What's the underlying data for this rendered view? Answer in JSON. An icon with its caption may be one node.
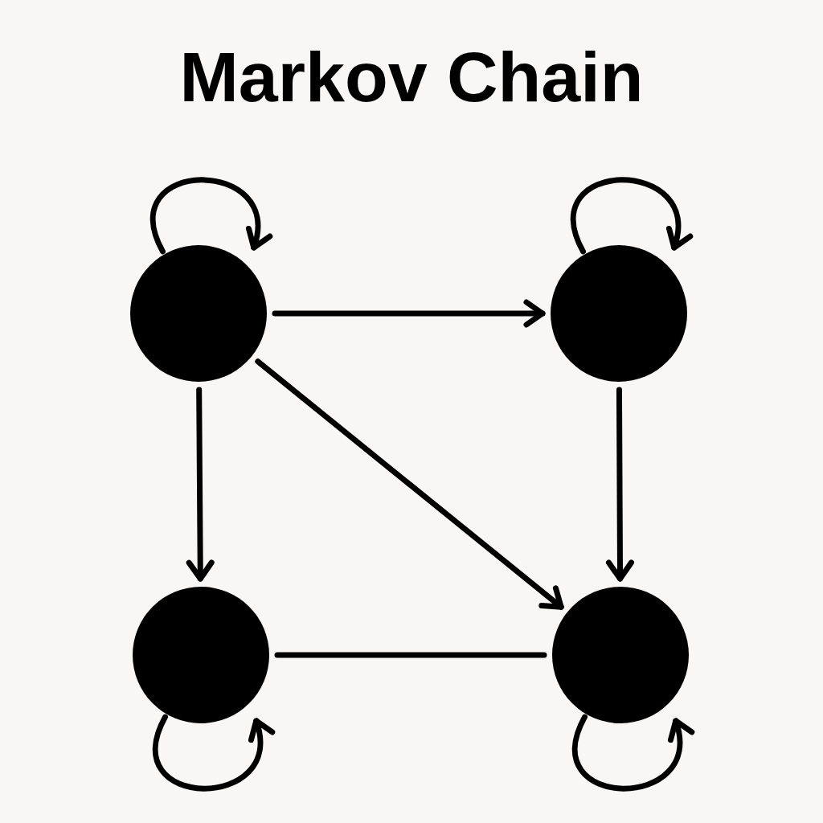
{
  "diagram": {
    "title": "Markov Chain",
    "nodes": [
      {
        "text": [],
        "shape": "circle"
      },
      {
        "text": [],
        "shape": "circle"
      },
      {
        "text": [],
        "shape": "circle"
      },
      {
        "text": [],
        "shape": "circle"
      }
    ],
    "edges": [
      {
        "from": 0,
        "to": 0,
        "arrow": "to"
      },
      {
        "from": 1,
        "to": 1,
        "arrow": "to"
      },
      {
        "from": 0,
        "to": 1,
        "arrow": "to"
      },
      {
        "from": 0,
        "to": 2,
        "arrow": "to"
      },
      {
        "from": 0,
        "to": 3,
        "arrow": "to"
      },
      {
        "from": 1,
        "to": 3,
        "arrow": "to"
      },
      {
        "from": 2,
        "to": 3,
        "arrow": "none"
      },
      {
        "from": 2,
        "to": 2,
        "arrow": "to"
      },
      {
        "from": 3,
        "to": 3,
        "arrow": "to"
      }
    ]
  }
}
